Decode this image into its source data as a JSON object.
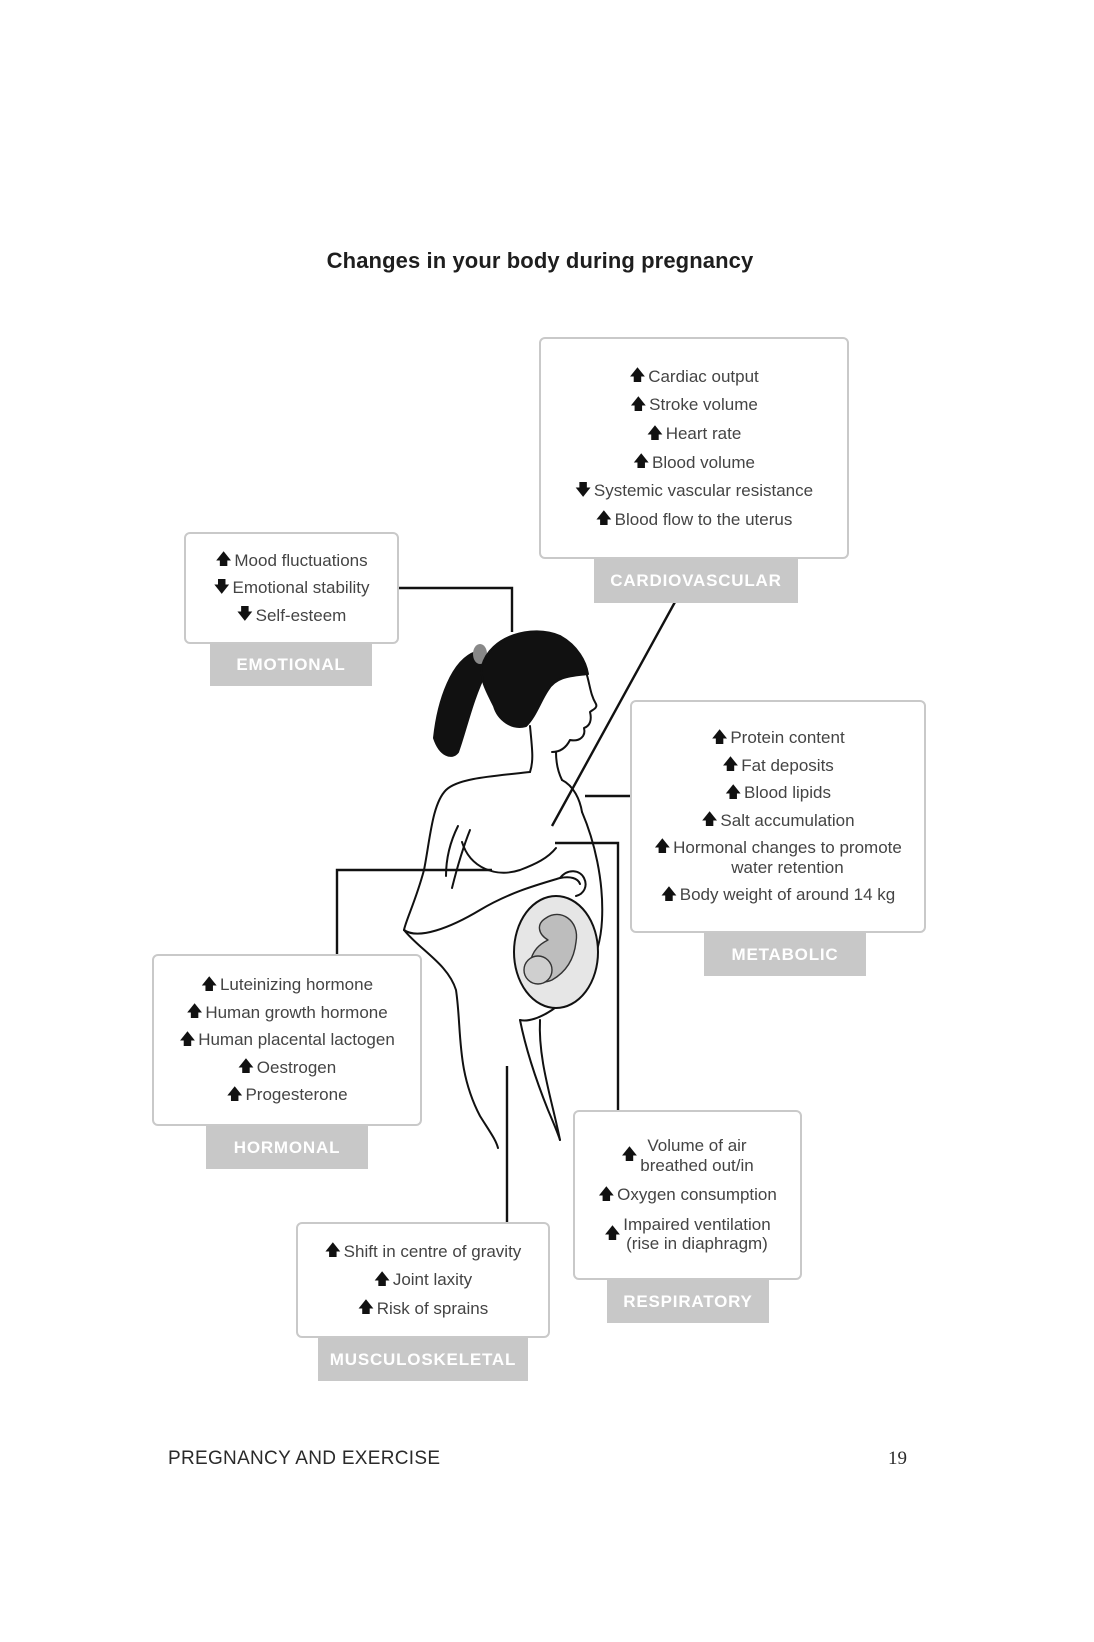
{
  "title": "Changes in your body during pregnancy",
  "cardiovascular": {
    "label": "CARDIOVASCULAR",
    "items": [
      {
        "dir": "up",
        "text": "Cardiac output"
      },
      {
        "dir": "up",
        "text": "Stroke volume"
      },
      {
        "dir": "up",
        "text": "Heart rate"
      },
      {
        "dir": "up",
        "text": "Blood volume"
      },
      {
        "dir": "down",
        "text": "Systemic vascular resistance"
      },
      {
        "dir": "up",
        "text": "Blood flow to the uterus"
      }
    ]
  },
  "emotional": {
    "label": "EMOTIONAL",
    "items": [
      {
        "dir": "up",
        "text": "Mood fluctuations"
      },
      {
        "dir": "down",
        "text": "Emotional stability"
      },
      {
        "dir": "down",
        "text": "Self-esteem"
      }
    ]
  },
  "metabolic": {
    "label": "METABOLIC",
    "items": [
      {
        "dir": "up",
        "text": "Protein content"
      },
      {
        "dir": "up",
        "text": "Fat deposits"
      },
      {
        "dir": "up",
        "text": "Blood lipids"
      },
      {
        "dir": "up",
        "text": "Salt accumulation"
      },
      {
        "dir": "up",
        "text": "Hormonal changes to promote",
        "text2": "water retention"
      },
      {
        "dir": "up",
        "text": "Body weight of around 14 kg"
      }
    ]
  },
  "hormonal": {
    "label": "HORMONAL",
    "items": [
      {
        "dir": "up",
        "text": "Luteinizing hormone"
      },
      {
        "dir": "up",
        "text": "Human growth hormone"
      },
      {
        "dir": "up",
        "text": "Human placental lactogen"
      },
      {
        "dir": "up",
        "text": "Oestrogen"
      },
      {
        "dir": "up",
        "text": "Progesterone"
      }
    ]
  },
  "respiratory": {
    "label": "RESPIRATORY",
    "items": [
      {
        "dir": "up",
        "text": "Volume of air",
        "text2": "breathed out/in"
      },
      {
        "dir": "up",
        "text": "Oxygen consumption"
      },
      {
        "dir": "up",
        "text": "Impaired ventilation",
        "text2": "(rise in diaphragm)"
      }
    ]
  },
  "musculoskeletal": {
    "label": "MUSCULOSKELETAL",
    "items": [
      {
        "dir": "up",
        "text": "Shift in centre of gravity"
      },
      {
        "dir": "up",
        "text": "Joint laxity"
      },
      {
        "dir": "up",
        "text": "Risk of sprains"
      }
    ]
  },
  "footer": {
    "left": "PREGNANCY AND EXERCISE",
    "page_number": "19"
  },
  "colors": {
    "box_border": "#c9c9c9",
    "label_bg": "#c8c8c8",
    "line": "#111111"
  }
}
